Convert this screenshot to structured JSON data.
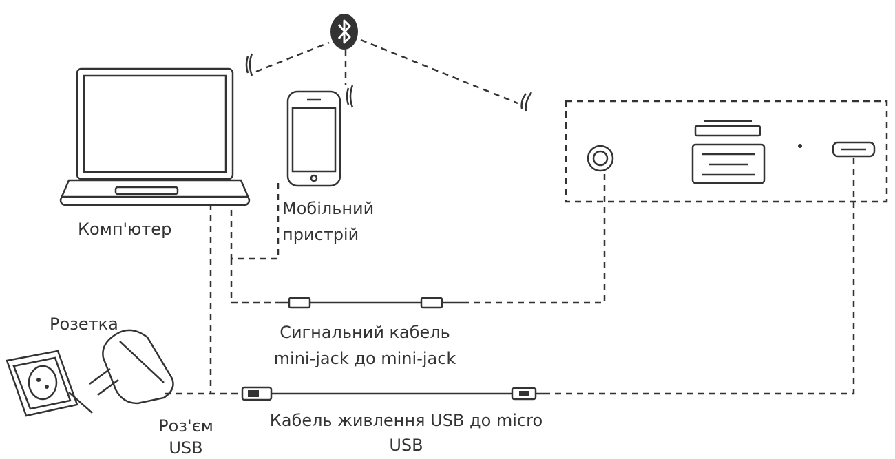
{
  "labels": {
    "computer": "Комп'ютер",
    "mobile_line1": "Мобільний",
    "mobile_line2": "пристрій",
    "outlet": "Розетка",
    "usb_port_line1": "Роз'єм",
    "usb_port_line2": "USB",
    "signal_cable_line1": "Сигнальний кабель",
    "signal_cable_line2": "mini-jack до mini-jack",
    "power_cable_line1": "Кабель живлення USB до micro",
    "power_cable_line2": "USB"
  },
  "icons": {
    "bluetooth": "bluetooth-icon",
    "wireless": "wireless-signal-icon"
  },
  "colors": {
    "line": "#333333",
    "background": "#ffffff"
  }
}
